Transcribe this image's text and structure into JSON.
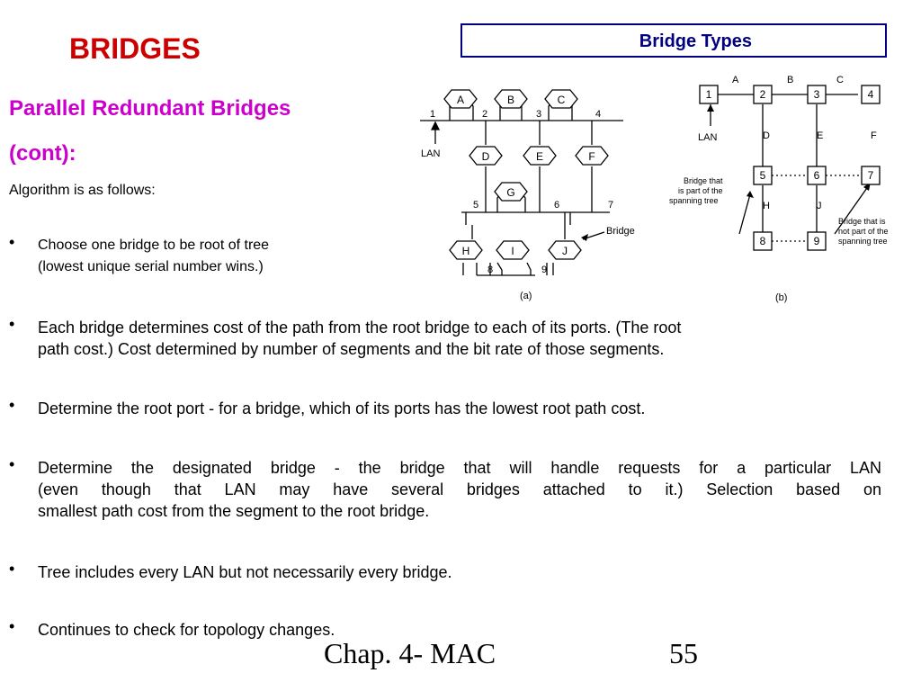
{
  "slide": {
    "title": "BRIDGES",
    "type_box": "Bridge Types",
    "subtitle_line1": "Parallel Redundant Bridges",
    "subtitle_line2": "(cont):",
    "intro": "Algorithm is as follows:",
    "bullet_char": "•",
    "bullets": [
      {
        "line1": "Choose one bridge to be root of tree",
        "line2": "(lowest unique serial number wins.)"
      },
      {
        "line1": "Each bridge determines cost of the path from the root bridge to each of its ports.  (The root",
        "line2": "path cost.)  Cost determined by number of segments and the bit rate of those segments."
      },
      {
        "line1": "Determine the root port - for a bridge, which of its ports has the lowest root path cost."
      },
      {
        "line1": "Determine the designated bridge - the bridge that will handle requests for a particular LAN",
        "line2": "(even though that LAN may have several bridges attached to it.)  Selection based on",
        "line3": "smallest path cost from the segment to the root bridge."
      },
      {
        "line1": "Tree includes every LAN but not necessarily every bridge."
      },
      {
        "line1": "Continues to check for topology changes."
      }
    ],
    "footer_left": "Chap. 4- MAC",
    "footer_right": "55"
  },
  "diagram_a": {
    "caption": "(a)",
    "bridges": [
      "A",
      "B",
      "C",
      "D",
      "E",
      "F",
      "G",
      "H",
      "I",
      "J"
    ],
    "lans": [
      "1",
      "2",
      "3",
      "4",
      "5",
      "6",
      "7",
      "8",
      "9"
    ],
    "lan_label": "LAN",
    "bridge_label": "Bridge"
  },
  "diagram_b": {
    "caption": "(b)",
    "lans": [
      "1",
      "2",
      "3",
      "4",
      "5",
      "6",
      "7",
      "8",
      "9"
    ],
    "bridge_letters": [
      "A",
      "B",
      "C",
      "D",
      "E",
      "F",
      "H",
      "J"
    ],
    "lan_label": "LAN",
    "note_left": [
      "Bridge that",
      "is part of the",
      "spanning  tree"
    ],
    "note_right": [
      "Bridge that is",
      "not part of the",
      "spanning tree"
    ]
  }
}
